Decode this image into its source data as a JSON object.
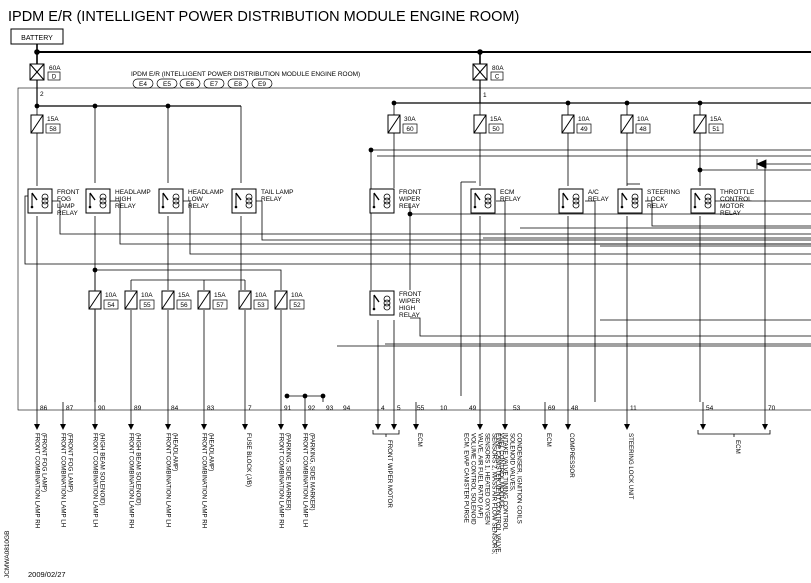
{
  "title": "IPDM E/R (INTELLIGENT POWER DISTRIBUTION MODULE ENGINE ROOM)",
  "battery_label": "BATTERY",
  "module_label": "IPDM E/R (INTELLIGENT POWER DISTRIBUTION MODULE ENGINE ROOM)",
  "connectors": [
    "E4",
    "E5",
    "E6",
    "E7",
    "E8",
    "E9"
  ],
  "main_fuses": [
    {
      "rating": "60A",
      "id": "D"
    },
    {
      "rating": "80A",
      "id": "C"
    }
  ],
  "bus_numbers": [
    "2",
    "1"
  ],
  "upper_fuses": [
    {
      "rating": "15A",
      "id": "58"
    },
    {
      "rating": "30A",
      "id": "60"
    },
    {
      "rating": "15A",
      "id": "50"
    },
    {
      "rating": "10A",
      "id": "49"
    },
    {
      "rating": "10A",
      "id": "48"
    },
    {
      "rating": "15A",
      "id": "51"
    }
  ],
  "lower_fuses": [
    {
      "rating": "10A",
      "id": "54"
    },
    {
      "rating": "10A",
      "id": "55"
    },
    {
      "rating": "15A",
      "id": "56"
    },
    {
      "rating": "15A",
      "id": "57"
    },
    {
      "rating": "10A",
      "id": "53"
    },
    {
      "rating": "10A",
      "id": "52"
    }
  ],
  "relays": [
    {
      "name": "FRONT FOG LAMP RELAY",
      "lines": [
        "FRONT",
        "FOG",
        "LAMP",
        "RELAY"
      ]
    },
    {
      "name": "HEADLAMP HIGH RELAY",
      "lines": [
        "HEADLAMP",
        "HIGH",
        "RELAY"
      ]
    },
    {
      "name": "HEADLAMP LOW RELAY",
      "lines": [
        "HEADLAMP",
        "LOW",
        "RELAY"
      ]
    },
    {
      "name": "TAIL LAMP RELAY",
      "lines": [
        "TAIL LAMP",
        "RELAY"
      ]
    },
    {
      "name": "FRONT WIPER RELAY",
      "lines": [
        "FRONT",
        "WIPER",
        "RELAY"
      ]
    },
    {
      "name": "ECM RELAY",
      "lines": [
        "ECM",
        "RELAY"
      ]
    },
    {
      "name": "A/C RELAY",
      "lines": [
        "A/C",
        "RELAY"
      ]
    },
    {
      "name": "STEERING LOCK RELAY",
      "lines": [
        "STEERING",
        "LOCK",
        "RELAY"
      ]
    },
    {
      "name": "THROTTLE CONTROL MOTOR RELAY",
      "lines": [
        "THROTTLE",
        "CONTROL",
        "MOTOR",
        "RELAY"
      ]
    },
    {
      "name": "FRONT WIPER HIGH RELAY",
      "lines": [
        "FRONT",
        "WIPER",
        "HIGH",
        "RELAY"
      ]
    }
  ],
  "terminals": [
    "86",
    "87",
    "90",
    "89",
    "84",
    "83",
    "7",
    "91",
    "92",
    "93",
    "94",
    "4",
    "5",
    "55",
    "10",
    "49",
    "53",
    "69",
    "48",
    "11",
    "54",
    "70"
  ],
  "outputs": [
    {
      "lines": [
        "FRONT COMBINATION LAMP RH",
        "(FRONT FOG LAMP)"
      ]
    },
    {
      "lines": [
        "FRONT COMBINATION LAMP LH",
        "(FRONT FOG LAMP)"
      ]
    },
    {
      "lines": [
        "FRONT COMBINATION LAMP LH",
        "(HIGH BEAM SOLENOID)"
      ]
    },
    {
      "lines": [
        "FRONT COMBINATION LAMP RH",
        "(HIGH BEAM SOLENOID)"
      ]
    },
    {
      "lines": [
        "FRONT COMBINATION LAMP LH",
        "(HEADLAMP)"
      ]
    },
    {
      "lines": [
        "FRONT COMBINATION LAMP RH",
        "(HEADLAMP)"
      ]
    },
    {
      "lines": [
        "FUSE BLOCK (J/B)"
      ]
    },
    {
      "lines": [
        "FRONT COMBINATION LAMP RH",
        "(PARKING, SIDE MARKER)"
      ]
    },
    {
      "lines": [
        "FRONT COMBINATION LAMP LH",
        "(PARKING, SIDE MARKER)"
      ]
    },
    {
      "lines": [
        "FRONT WIPER MOTOR"
      ]
    },
    {
      "lines": [
        "ECM"
      ]
    },
    {
      "lines": [
        "ECM, EVAP CANISTER PURGE",
        "VOLUME CONTROL SOLENOID",
        "VALVE, AIR FUEL RATIO (A/F)",
        "SENSORS 1, HEATED OXYGEN",
        "SENSORS 2, MASS AIR FLOW SENSORS,",
        "VVEL CONTROL MODULE"
      ]
    },
    {
      "lines": [
        "EVAP CANISTER VENT CONTROL VALVE,",
        "INTAKE VALVE TIMING CONTROL",
        "SOLENOID VALVES,",
        "CONDENSER, IGNITION COILS"
      ]
    },
    {
      "lines": [
        "ECM"
      ]
    },
    {
      "lines": [
        "COMPRESSOR"
      ]
    },
    {
      "lines": [
        "STEERING LOCK UNIT"
      ]
    },
    {
      "lines": [
        "ECM"
      ]
    }
  ],
  "figure_code": "JCMWA0810GB",
  "date": "2009/02/27"
}
